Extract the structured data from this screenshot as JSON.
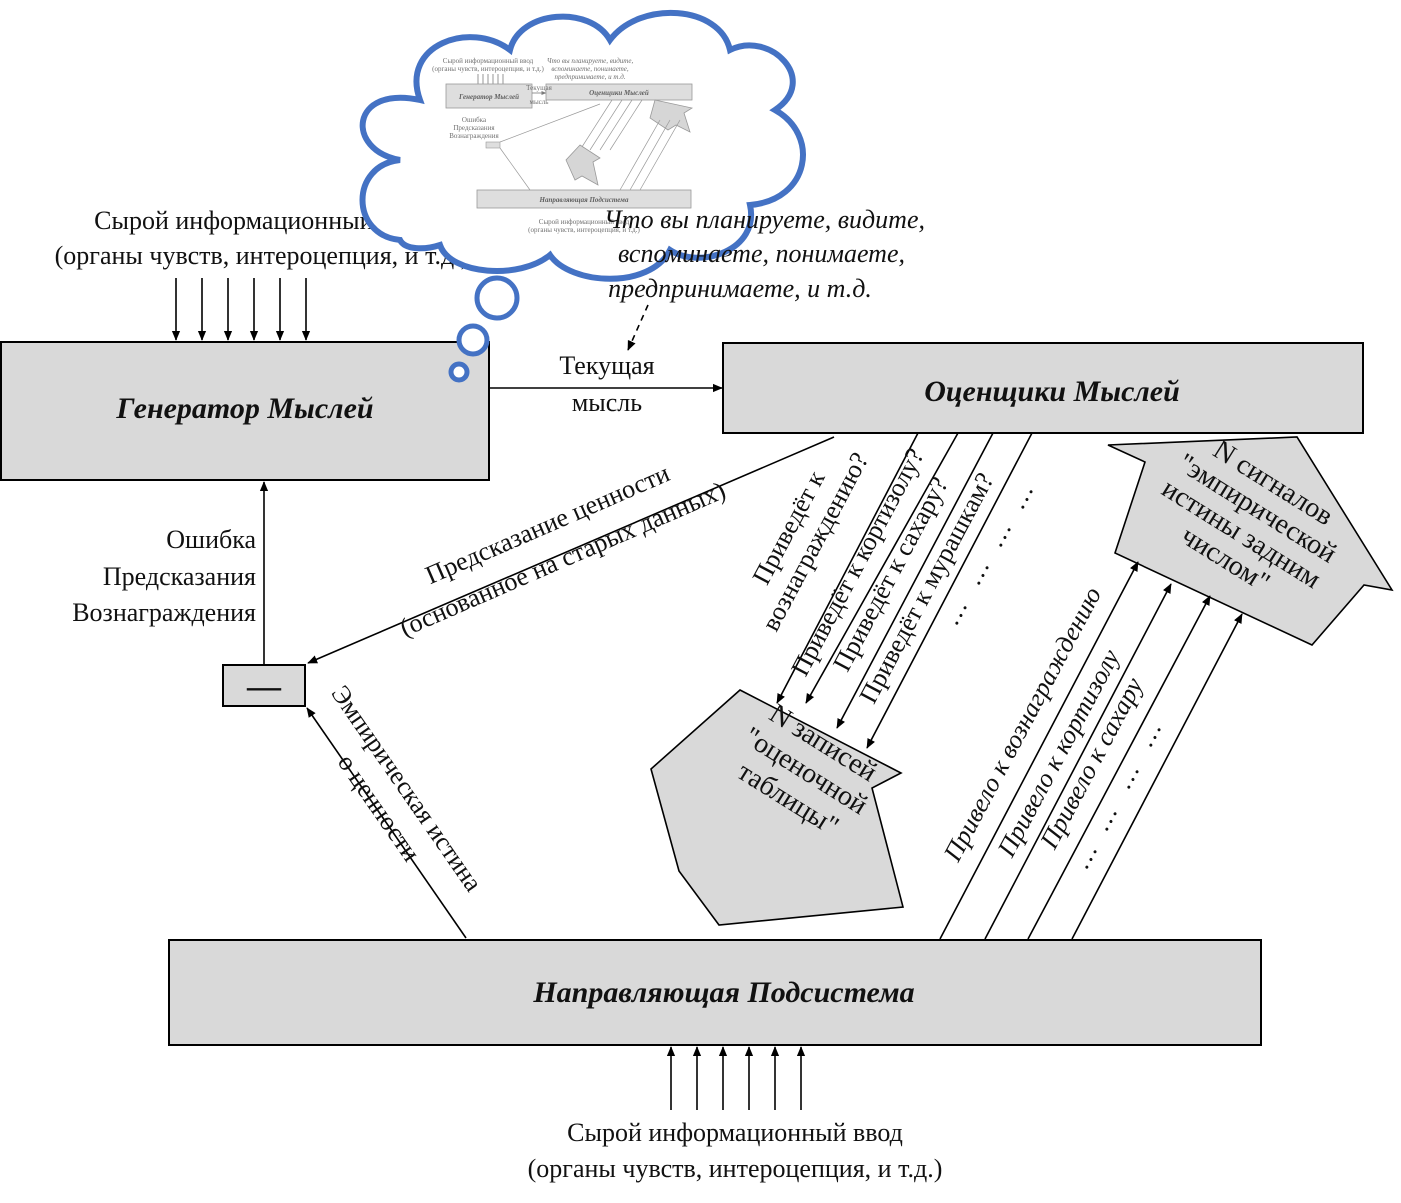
{
  "boxes": {
    "generator": "Генератор Мыслей",
    "assessors": "Оценщики Мыслей",
    "steering": "Направляющая Подсистема",
    "minus": "—"
  },
  "inputs": {
    "top_line1": "Сырой информационный ввод",
    "top_line2": "(органы чувств, интероцепция, и т.д.)",
    "bottom_line1": "Сырой информационный ввод",
    "bottom_line2": "(органы чувств, интероцепция, и т.д.)"
  },
  "current_thought": {
    "line1": "Текущая",
    "line2": "мысль"
  },
  "note": {
    "line1": "Что вы планируете, видите,",
    "line2": "вспоминаете, понимаете,",
    "line3": "предпринимаете, и т.д."
  },
  "rpe": {
    "line1": "Ошибка",
    "line2": "Предсказания",
    "line3": "Вознаграждения"
  },
  "value_prediction": {
    "line1": "Предсказание ценности",
    "line2": "(основанное на старых данных)"
  },
  "ground_truth": {
    "line1": "Эмпирическая истина",
    "line2": "о ценности"
  },
  "assessor_outputs": [
    {
      "line1": "Приведёт к",
      "line2": "вознаграждению?"
    },
    {
      "line1": "Приведёт к кортизолу?"
    },
    {
      "line1": "Приведёт к сахару?"
    },
    {
      "line1": "Приведёт к мурашкам?"
    }
  ],
  "ellipsis": "…",
  "scorecard_arrow": {
    "line1": "N записей",
    "line2": "\"оценочной",
    "line3": "таблицы\""
  },
  "hindsight_arrow": {
    "line1": "N сигналов",
    "line2": "\"эмпирической",
    "line3": "истины задним",
    "line4": "числом\""
  },
  "steering_outputs": [
    "Привело к вознаграждению",
    "Привело к кортизолу",
    "Привело к сахару"
  ],
  "colors": {
    "box_fill": "#d9d9d9",
    "cloud_stroke": "#4472c4",
    "outline": "#000000"
  }
}
